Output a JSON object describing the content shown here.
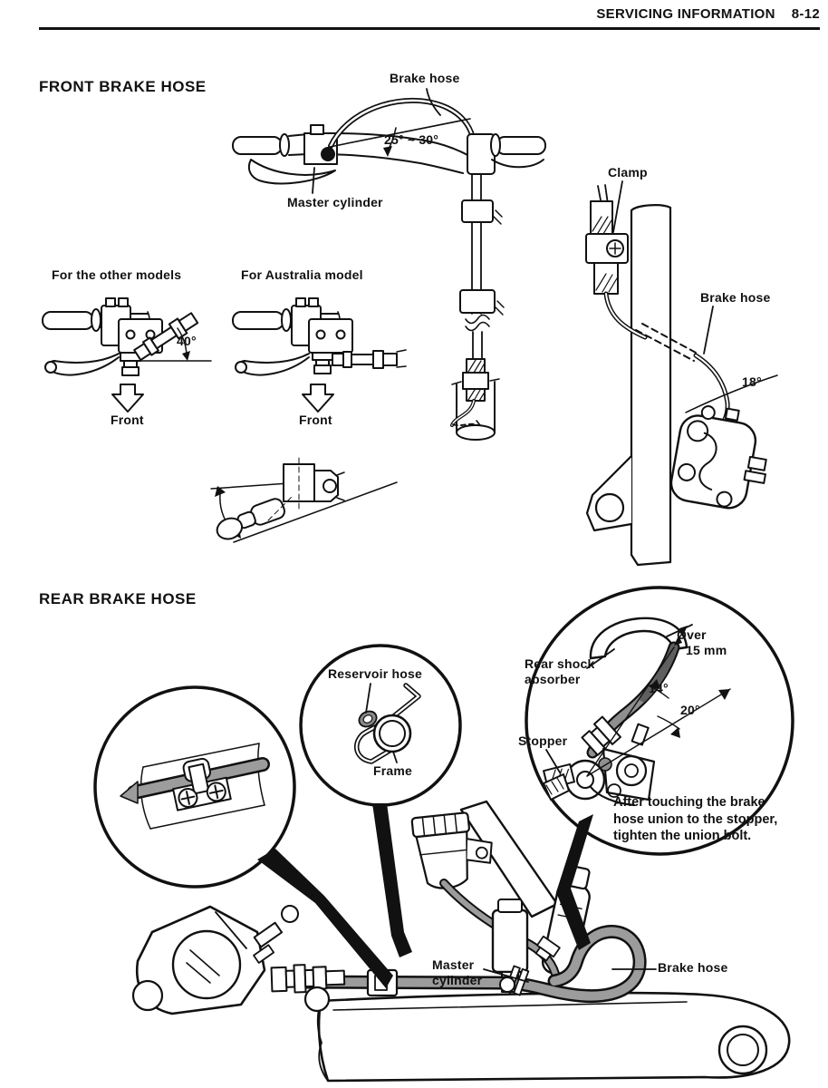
{
  "header": {
    "title": "SERVICING INFORMATION",
    "page": "8-12"
  },
  "front": {
    "heading": "FRONT BRAKE HOSE",
    "brake_hose_top": "Brake hose",
    "hose_angle": "25° ~ 30°",
    "master_cylinder": "Master cylinder",
    "clamp": "Clamp",
    "brake_hose_fork": "Brake hose",
    "fork_hose_angle": "18°",
    "variant_other": "For the other models",
    "variant_australia": "For Australia model",
    "union_angle": "40°",
    "front_left": "Front",
    "front_right": "Front"
  },
  "rear": {
    "heading": "REAR BRAKE HOSE",
    "reservoir_hose": "Reservoir hose",
    "frame": "Frame",
    "rear_shock_absorber": "Rear shock absorber",
    "clearance_line1": "Over",
    "clearance_line2": "15 mm",
    "angle_14": "14°",
    "angle_20": "20°",
    "stopper": "Stopper",
    "note": "After touching the brake hose union to the stopper, tighten the union bolt.",
    "master_cylinder": "Master cylinder",
    "brake_hose": "Brake hose"
  }
}
